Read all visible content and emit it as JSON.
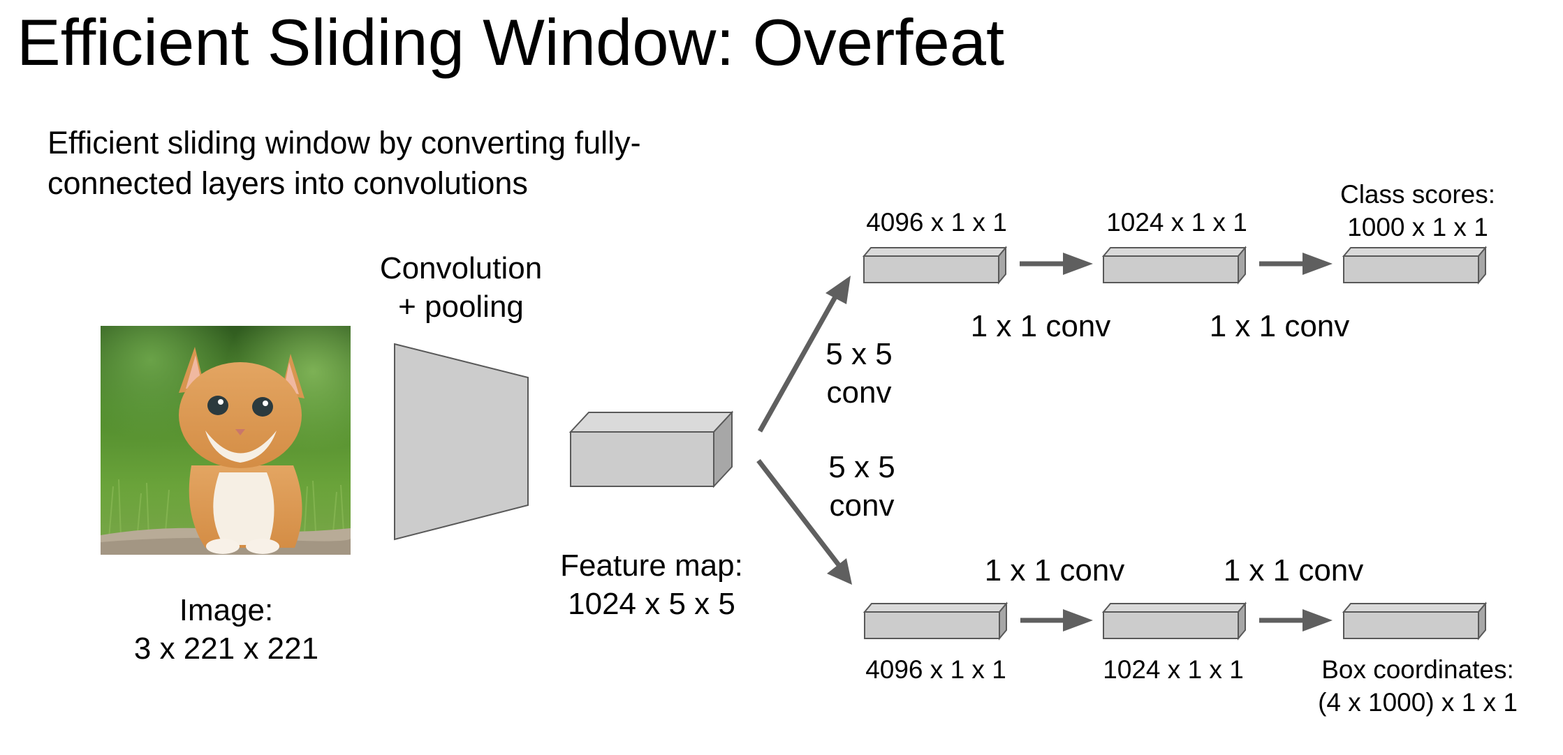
{
  "title": "Efficient Sliding Window: Overfeat",
  "subtitle": {
    "line1": "Efficient sliding window by converting fully-",
    "line2": "connected layers into convolutions"
  },
  "image_label": {
    "line1": "Image:",
    "line2": "3 x 221 x 221"
  },
  "conv_pool_label": {
    "line1": "Convolution",
    "line2": "+ pooling"
  },
  "feature_map_label": {
    "line1": "Feature map:",
    "line2": "1024 x 5 x 5"
  },
  "top_branch": {
    "branch_conv": {
      "line1": "5 x 5",
      "line2": "conv"
    },
    "box1": "4096 x 1 x 1",
    "box2": "1024 x 1 x 1",
    "box3": {
      "line1": "Class scores:",
      "line2": "1000 x 1 x 1"
    },
    "conv1": "1 x 1 conv",
    "conv2": "1 x 1 conv"
  },
  "bottom_branch": {
    "branch_conv": {
      "line1": "5 x 5",
      "line2": "conv"
    },
    "box1": "4096 x 1 x 1",
    "box2": "1024 x 1 x 1",
    "box3": {
      "line1": "Box coordinates:",
      "line2": "(4 x 1000) x 1 x 1"
    },
    "conv1": "1 x 1 conv",
    "conv2": "1 x 1 conv"
  },
  "colors": {
    "block_front": "#cccccc",
    "block_top": "#dadada",
    "block_side": "#a7a7a7",
    "outline": "#595959",
    "arrow": "#5f5f5f",
    "text": "#000000"
  }
}
